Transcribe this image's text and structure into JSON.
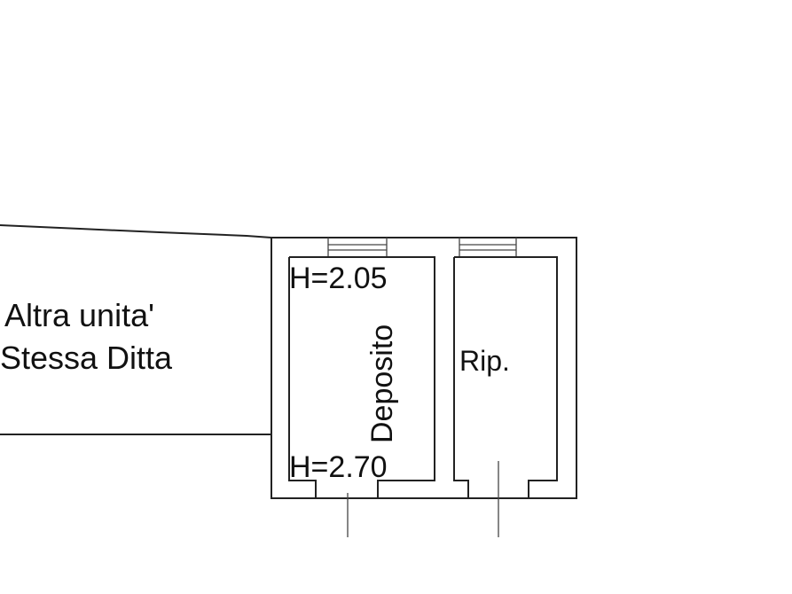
{
  "plan": {
    "neighbor_unit": {
      "line1": "Altra unita'",
      "line2": "Stessa Ditta"
    },
    "rooms": [
      {
        "name": "Deposito",
        "height_top": "H=2.05",
        "height_bottom": "H=2.70"
      },
      {
        "name": "Rip."
      }
    ]
  }
}
